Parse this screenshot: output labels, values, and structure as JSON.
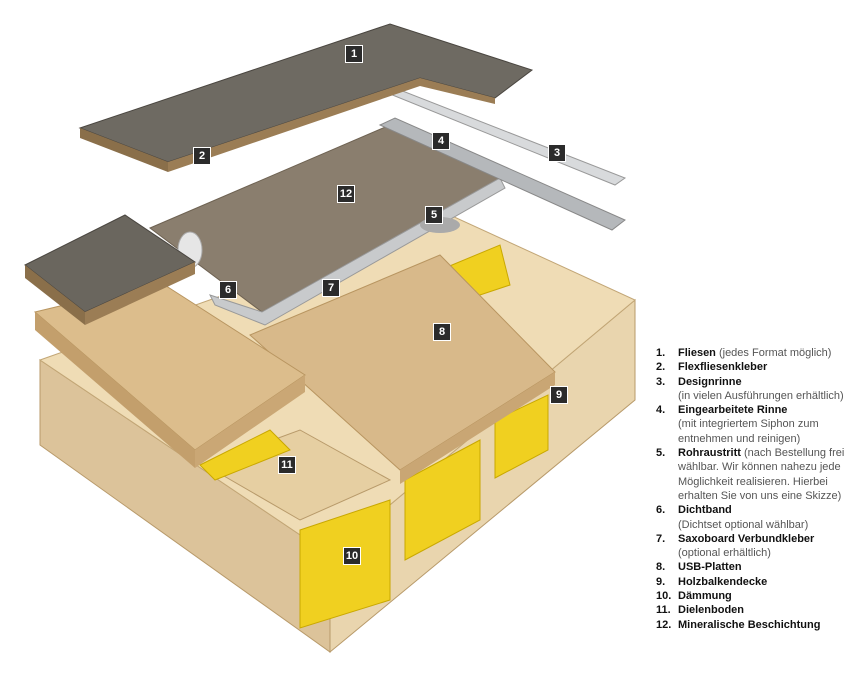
{
  "legend": [
    {
      "num": "1.",
      "title": "Fliesen",
      "note": " (jedes Format möglich)"
    },
    {
      "num": "2.",
      "title": "Flexfliesenkleber",
      "note": ""
    },
    {
      "num": "3.",
      "title": "Designrinne",
      "note": "(in vielen Ausführungen erhältlich)"
    },
    {
      "num": "4.",
      "title": "Eingearbeitete Rinne",
      "note": "(mit integriertem Siphon zum entnehmen und reinigen)"
    },
    {
      "num": "5.",
      "title": "Rohraustritt",
      "note": " (nach Bestellung frei wählbar. Wir können nahezu jede Möglichkeit realisieren. Hierbei erhalten Sie von uns eine Skizze)"
    },
    {
      "num": "6.",
      "title": "Dichtband",
      "note": "(Dichtset optional wählbar)"
    },
    {
      "num": "7.",
      "title": "Saxoboard Verbundkleber",
      "note": "(optional erhältlich)"
    },
    {
      "num": "8.",
      "title": "USB-Platten",
      "note": ""
    },
    {
      "num": "9.",
      "title": "Holzbalkendecke",
      "note": ""
    },
    {
      "num": "10.",
      "title": "Dämmung",
      "note": ""
    },
    {
      "num": "11.",
      "title": "Dielenboden",
      "note": ""
    },
    {
      "num": "12.",
      "title": "Mineralische Beschichtung",
      "note": ""
    }
  ],
  "badges": [
    "1",
    "2",
    "3",
    "4",
    "5",
    "6",
    "7",
    "8",
    "9",
    "10",
    "11",
    "12"
  ],
  "colors": {
    "wood": "#e8d2a8",
    "osb": "#d8b98a",
    "tile": "#6e6a62",
    "mineral": "#8a7e6e",
    "insulation": "#f0d020",
    "metal": "#c8cacc",
    "badge": "#2b2b2b"
  }
}
